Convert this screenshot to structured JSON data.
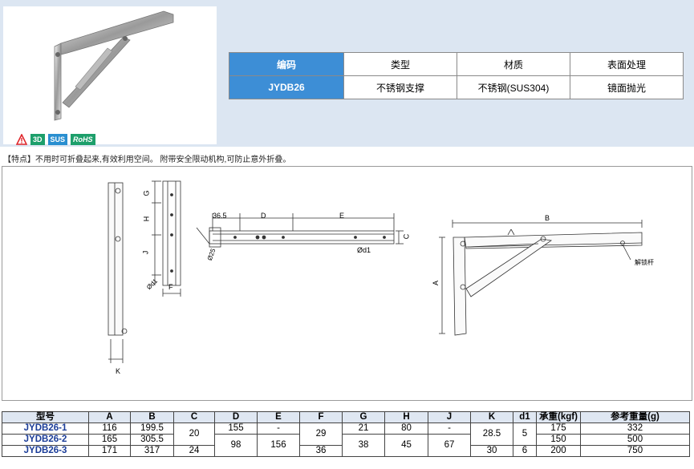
{
  "spec_table": {
    "headers": [
      "编码",
      "类型",
      "材质",
      "表面处理"
    ],
    "row": [
      "JYDB26",
      "不锈钢支撑",
      "不锈钢(SUS304)",
      "镜面抛光"
    ]
  },
  "badges": [
    "3D",
    "SUS",
    "RoHS"
  ],
  "feature_text": "【特点】不用时可折叠起来,有效利用空间。 附带安全限动机构,可防止意外折叠。",
  "drawing": {
    "side_labels": [
      "G",
      "H",
      "J",
      "Ød1",
      "F",
      "K"
    ],
    "dim_top": [
      "36.5",
      "D",
      "E"
    ],
    "dim_c": "C",
    "dia_25": "Ø25",
    "dia_d1": "Ød1",
    "right_b": "B",
    "right_a": "A",
    "right_note": "解锁杆"
  },
  "dims_table": {
    "headers": [
      "型号",
      "A",
      "B",
      "C",
      "D",
      "E",
      "F",
      "G",
      "H",
      "J",
      "K",
      "d1",
      "承重(kgf)",
      "参考重量(g)"
    ],
    "rows": [
      {
        "model": "JYDB26-1",
        "A": "116",
        "B": "199.5",
        "D": "155",
        "E": "-",
        "G": "21",
        "H": "80",
        "J": "-",
        "load": "175",
        "weight": "332"
      },
      {
        "model": "JYDB26-2",
        "A": "165",
        "B": "305.5",
        "load": "150",
        "weight": "500"
      },
      {
        "model": "JYDB26-3",
        "A": "171",
        "B": "317",
        "C3": "24",
        "F3": "36",
        "K3": "30",
        "d13": "6",
        "load": "200",
        "weight": "750"
      }
    ],
    "merged": {
      "C12": "20",
      "D23": "98",
      "E23": "156",
      "F12": "29",
      "G23": "38",
      "H23": "45",
      "J23": "67",
      "K12": "28.5",
      "d112": "5"
    }
  }
}
